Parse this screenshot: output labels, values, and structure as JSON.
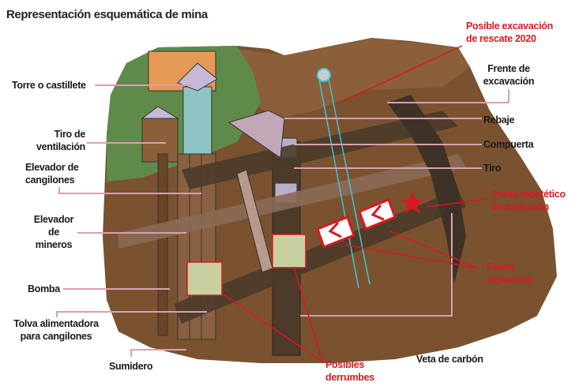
{
  "title": "Representación esquemática de mina",
  "labels_left": {
    "torre": "Torre o castillete",
    "tiro_ventilacion": [
      "Tiro de",
      "ventilación"
    ],
    "elevador_cangilones": [
      "Elevador de",
      "cangilones"
    ],
    "elevador_mineros": [
      "Elevador",
      "de",
      "mineros"
    ],
    "bomba": "Bomba",
    "tolva": [
      "Tolva alimentadora",
      "para cangilones"
    ],
    "sumidero": "Sumidero"
  },
  "labels_right": {
    "excavacion_rescate": [
      "Posible excavación",
      "de rescate 2020"
    ],
    "frente_excavacion": [
      "Frente de",
      "excavación"
    ],
    "rebaje": "Rebaje",
    "compuerta": "Compuerta",
    "tiro": "Tiro",
    "punto_explosion": [
      "Punto hipotético",
      "de explosión"
    ],
    "frente_expansivo": [
      "Frente",
      "expansivo"
    ],
    "veta": "Veta de carbón"
  },
  "labels_bottom": {
    "derrumbes": [
      "Posibles",
      "derrumbes"
    ]
  },
  "colors": {
    "earth": "#7a5230",
    "grass": "#5f8a4a",
    "highlight": "#d71920",
    "rescue_line": "#3fc4d6"
  }
}
